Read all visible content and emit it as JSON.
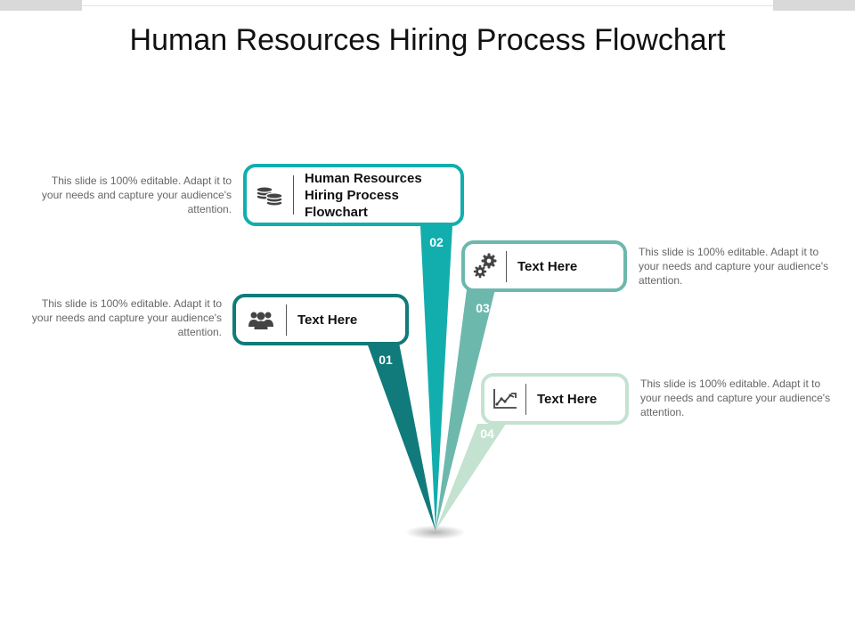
{
  "title": "Human Resources Hiring Process Flowchart",
  "colors": {
    "step01": "#117a7a",
    "step02": "#12aeae",
    "step03": "#6cb8ad",
    "step04": "#c4e2d0"
  },
  "steps": [
    {
      "number": "01",
      "label": "Text Here",
      "icon": "users-group-icon",
      "description": "This slide is 100% editable. Adapt it to your needs and capture your audience's attention."
    },
    {
      "number": "02",
      "label": "Human Resources Hiring Process Flowchart",
      "icon": "coins-icon",
      "description": "This slide is 100% editable. Adapt it to your needs and capture your audience's attention."
    },
    {
      "number": "03",
      "label": "Text Here",
      "icon": "gears-icon",
      "description": "This slide is 100% editable. Adapt it to your needs and capture your audience's attention."
    },
    {
      "number": "04",
      "label": "Text Here",
      "icon": "line-chart-icon",
      "description": "This slide is 100% editable. Adapt it to your needs and capture your audience's attention."
    }
  ]
}
